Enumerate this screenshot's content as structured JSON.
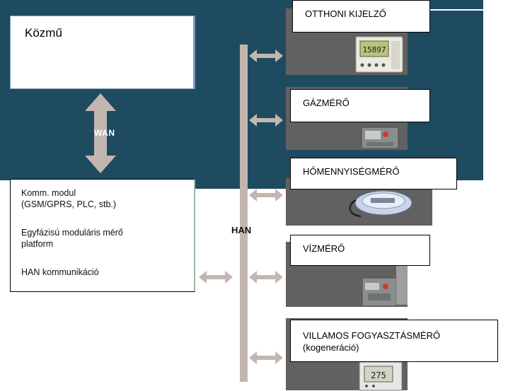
{
  "utility": {
    "label": "Közmű"
  },
  "wan": {
    "label": "WAN"
  },
  "han": {
    "label": "HAN"
  },
  "meter_platform": {
    "line1": "Komm. modul",
    "line2": "(GSM/GPRS, PLC, stb.)",
    "line3": "Egyfázisú moduláris mérő",
    "line4": "platform",
    "line5": "HAN kommunikáció"
  },
  "devices": [
    {
      "label": "OTTHONI KIJELZŐ"
    },
    {
      "label": "GÁZMÉRŐ"
    },
    {
      "label": "HŐMENNYISÉGMÉRŐ"
    },
    {
      "label": "VÍZMÉRŐ"
    },
    {
      "label": "VILLAMOS FOGYASZTÁSMÉRŐ",
      "sublabel": "(kogeneráció)"
    }
  ],
  "display_reading": "15897",
  "electric_reading": "275",
  "colors": {
    "background": "#1e4b60",
    "arrow": "#c3b6b0",
    "bus": "#c3b6b0",
    "photo": "#616161"
  }
}
